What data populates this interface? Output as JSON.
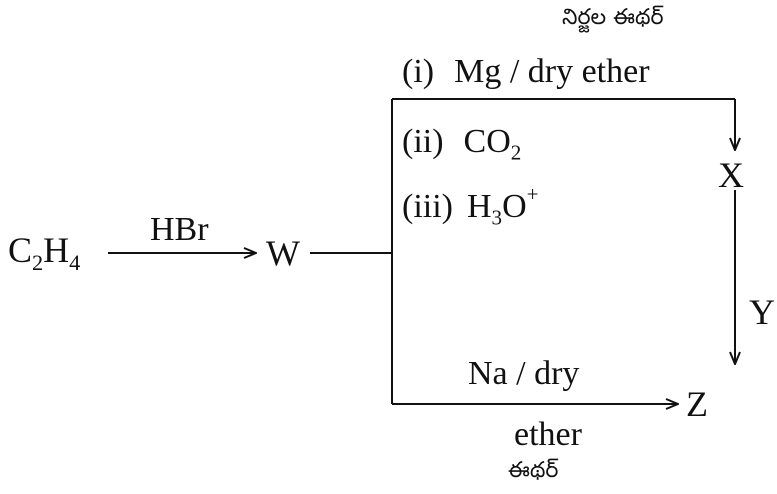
{
  "reactant": {
    "c": "C",
    "c_sub": "2",
    "h": "H",
    "h_sub": "4"
  },
  "step1_reagent": "HBr",
  "w_label": "W",
  "upper_note_telugu": "నిర్జల ఈథర్",
  "upper_steps": [
    {
      "num": "(i)",
      "text": "Mg / dry ether"
    },
    {
      "num": "(ii)",
      "text": "CO",
      "sub": "2"
    },
    {
      "num": "(iii)",
      "text": "H",
      "sub": "3",
      "after": "O",
      "sup": "+"
    }
  ],
  "x_label": "X",
  "y_label": "Y",
  "z_label": "Z",
  "lower_reagent_line1": "Na / dry",
  "lower_reagent_line2": "ether",
  "lower_note_telugu": "ఈథర్",
  "colors": {
    "ink": "#111111",
    "background": "#ffffff"
  }
}
